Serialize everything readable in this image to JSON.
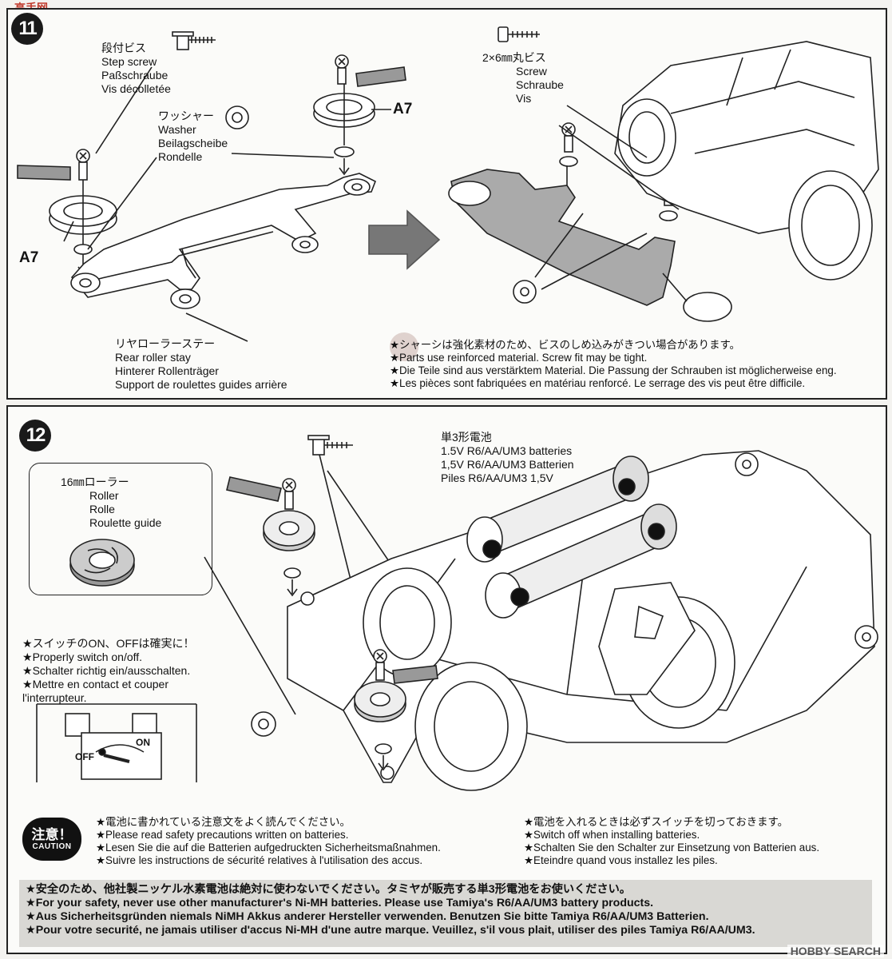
{
  "watermark_top": "高手网",
  "watermark_bottom": "HOBBY SEARCH",
  "step11": {
    "badge": "11",
    "step_screw": [
      "段付ビス",
      "Step screw",
      "Paßschraube",
      "Vis décolletée"
    ],
    "washer": [
      "ワッシャー",
      "Washer",
      "Beilagscheibe",
      "Rondelle"
    ],
    "a7_left": "A7",
    "a7_right": "A7",
    "screw": [
      "2×6㎜丸ビス",
      "Screw",
      "Schraube",
      "Vis"
    ],
    "rear_roller_stay": [
      "リヤローラーステー",
      "Rear roller stay",
      "Hinterer Rollenträger",
      "Support de roulettes guides arrière"
    ],
    "notes": [
      "シャーシは強化素材のため、ビスのしめ込みがきつい場合があります。",
      "Parts use reinforced material. Screw fit may be tight.",
      "Die Teile sind aus verstärktem Material. Die Passung der Schrauben ist möglicherweise eng.",
      "Les pièces sont fabriquées en matériau renforcé. Le serrage des vis peut être difficile."
    ]
  },
  "step12": {
    "badge": "12",
    "batteries": [
      "単3形電池",
      "1.5V R6/AA/UM3 batteries",
      "1,5V R6/AA/UM3 Batterien",
      "Piles R6/AA/UM3 1,5V"
    ],
    "roller": [
      "16㎜ローラー",
      "Roller",
      "Rolle",
      "Roulette guide"
    ],
    "switch_notes": [
      "スイッチのON、OFFは確実に！",
      "Properly switch on/off.",
      "Schalter richtig ein/ausschalten.",
      "Mettre en contact et couper",
      "l'interrupteur."
    ],
    "switch_on": "ON",
    "switch_off": "OFF",
    "caution_jp": "注意！",
    "caution_en": "CAUTION",
    "caution_left": [
      "電池に書かれている注意文をよく読んでください。",
      "Please read safety precautions written on batteries.",
      "Lesen Sie die auf die Batterien aufgedruckten Sicherheitsmaßnahmen.",
      "Suivre les instructions de sécurité relatives à l'utilisation des accus."
    ],
    "caution_right": [
      "電池を入れるときは必ずスイッチを切っておきます。",
      "Switch off when installing batteries.",
      "Schalten Sie den Schalter zur Einsetzung von Batterien aus.",
      "Eteindre quand vous installez les piles."
    ],
    "warning": [
      "安全のため、他社製ニッケル水素電池は絶対に使わないでください。タミヤが販売する単3形電池をお使いください。",
      "For your safety, never use other manufacturer's Ni-MH batteries. Please use Tamiya's R6/AA/UM3 battery products.",
      "Aus Sicherheitsgründen niemals NiMH Akkus anderer Hersteller verwenden. Benutzen Sie bitte Tamiya R6/AA/UM3 Batterien.",
      "Pour votre securité, ne jamais utiliser d'accus Ni-MH d'une autre marque. Veuillez, s'il vous plait, utiliser des piles Tamiya R6/AA/UM3."
    ]
  }
}
